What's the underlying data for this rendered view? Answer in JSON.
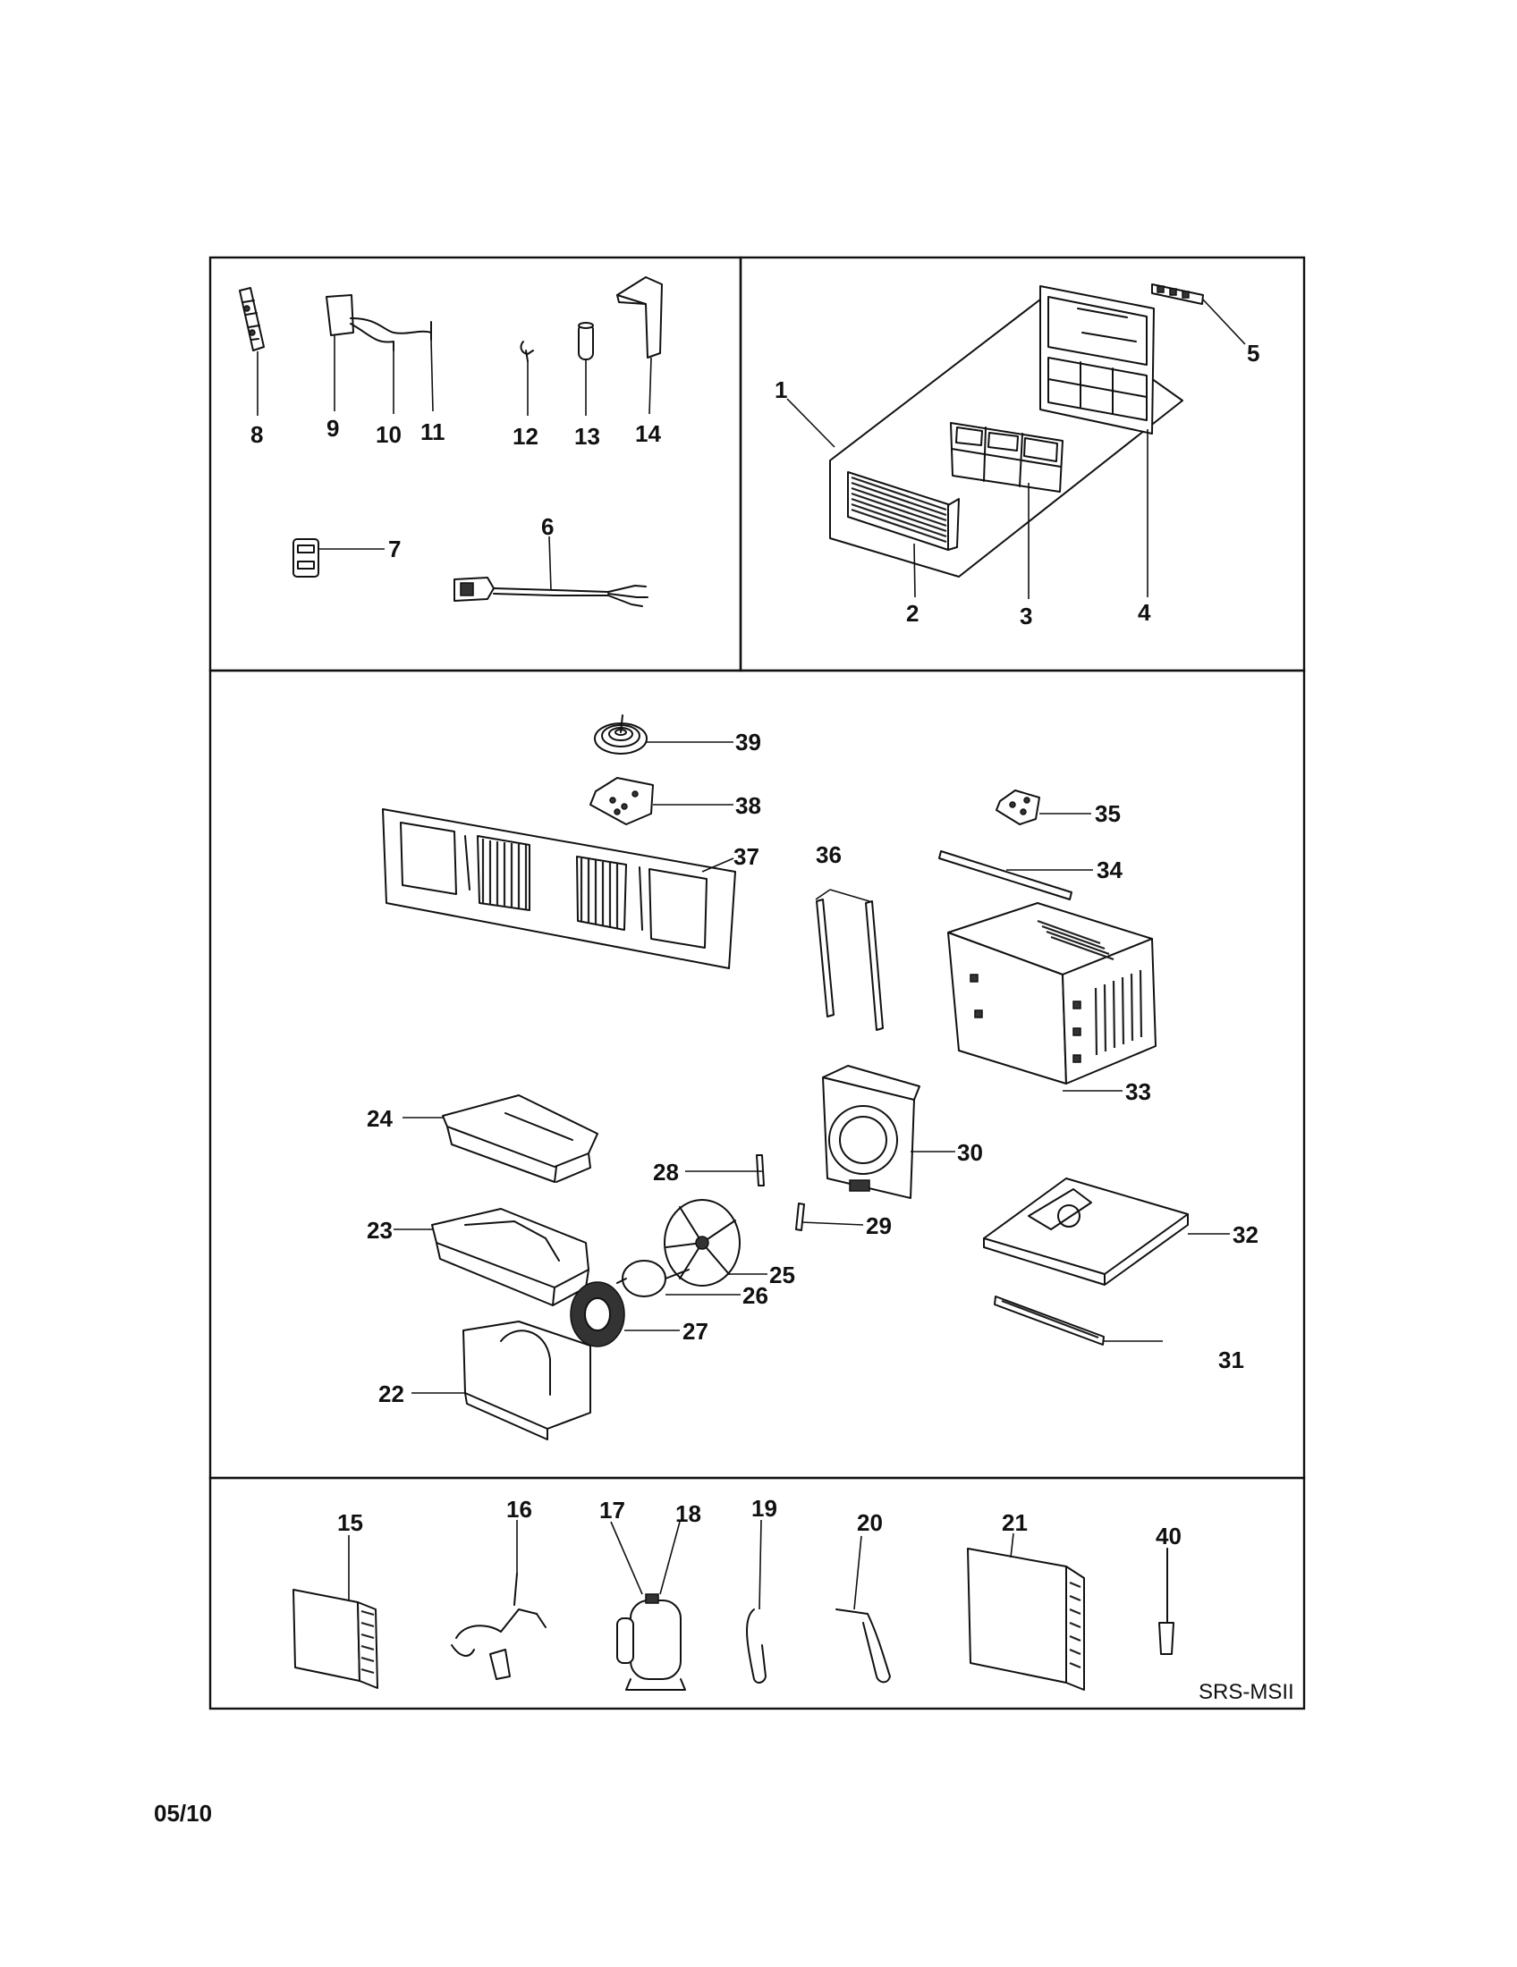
{
  "diagram": {
    "model_code": "SRS-MSII",
    "date_code": "05/10",
    "part_numbers": [
      "1",
      "2",
      "3",
      "4",
      "5",
      "6",
      "7",
      "8",
      "9",
      "10",
      "11",
      "12",
      "13",
      "14",
      "15",
      "16",
      "17",
      "18",
      "19",
      "20",
      "21",
      "22",
      "23",
      "24",
      "25",
      "26",
      "27",
      "28",
      "29",
      "30",
      "31",
      "32",
      "33",
      "34",
      "35",
      "36",
      "37",
      "38",
      "39",
      "40"
    ]
  }
}
